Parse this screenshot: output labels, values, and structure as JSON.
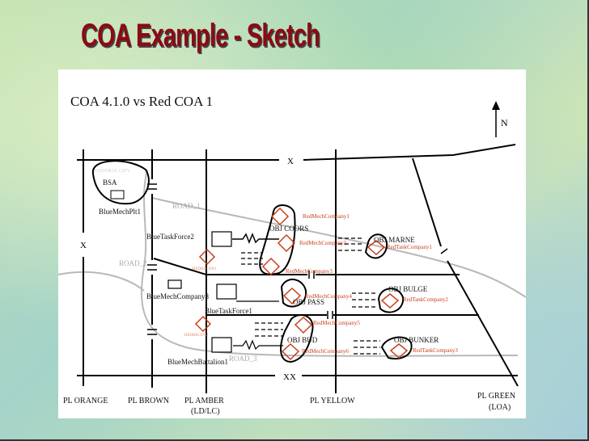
{
  "slide_title": "COA Example - Sketch",
  "sketch": {
    "heading": "COA 4.1.0 vs Red COA 1",
    "north": "N",
    "boundary_marks": {
      "top": "X",
      "left": "X",
      "bottom": "XX"
    },
    "area_labels": {
      "bsa": "BSA",
      "city": "CENTRAL CITY"
    },
    "roads": [
      "ROAD_1",
      "ROAD_2",
      "ROAD_3"
    ],
    "blue_units": [
      "BlueMechPlt1",
      "BlueTaskForce2",
      "BlueMechCompany8",
      "BlueTaskForce1",
      "BlueMechBattalion1"
    ],
    "red_recon": [
      "REDRECON1",
      "REDRECON2"
    ],
    "objectives": [
      "OBJ COORS",
      "OBJ MARNE",
      "OBJ PASS",
      "OBJ BULGE",
      "OBJ BUD",
      "OBJ BUNKER"
    ],
    "red_units": [
      "RedMechCompany1",
      "RedMechCompany2",
      "RedMechCompany3",
      "RedMechCompany4",
      "RedMechCompany5",
      "RedMechCompany6",
      "RedTankCompany1",
      "RedTankCompany2",
      "RedTankCompany3"
    ],
    "phase_lines": {
      "orange": "PL ORANGE",
      "brown": "PL BROWN",
      "amber": "PL AMBER",
      "amber_sub": "(LD/LC)",
      "yellow": "PL YELLOW",
      "green": "PL GREEN",
      "green_sub": "(LOA)"
    }
  },
  "colors": {
    "title": "#8b0a14",
    "red_unit": "#c8401a"
  }
}
